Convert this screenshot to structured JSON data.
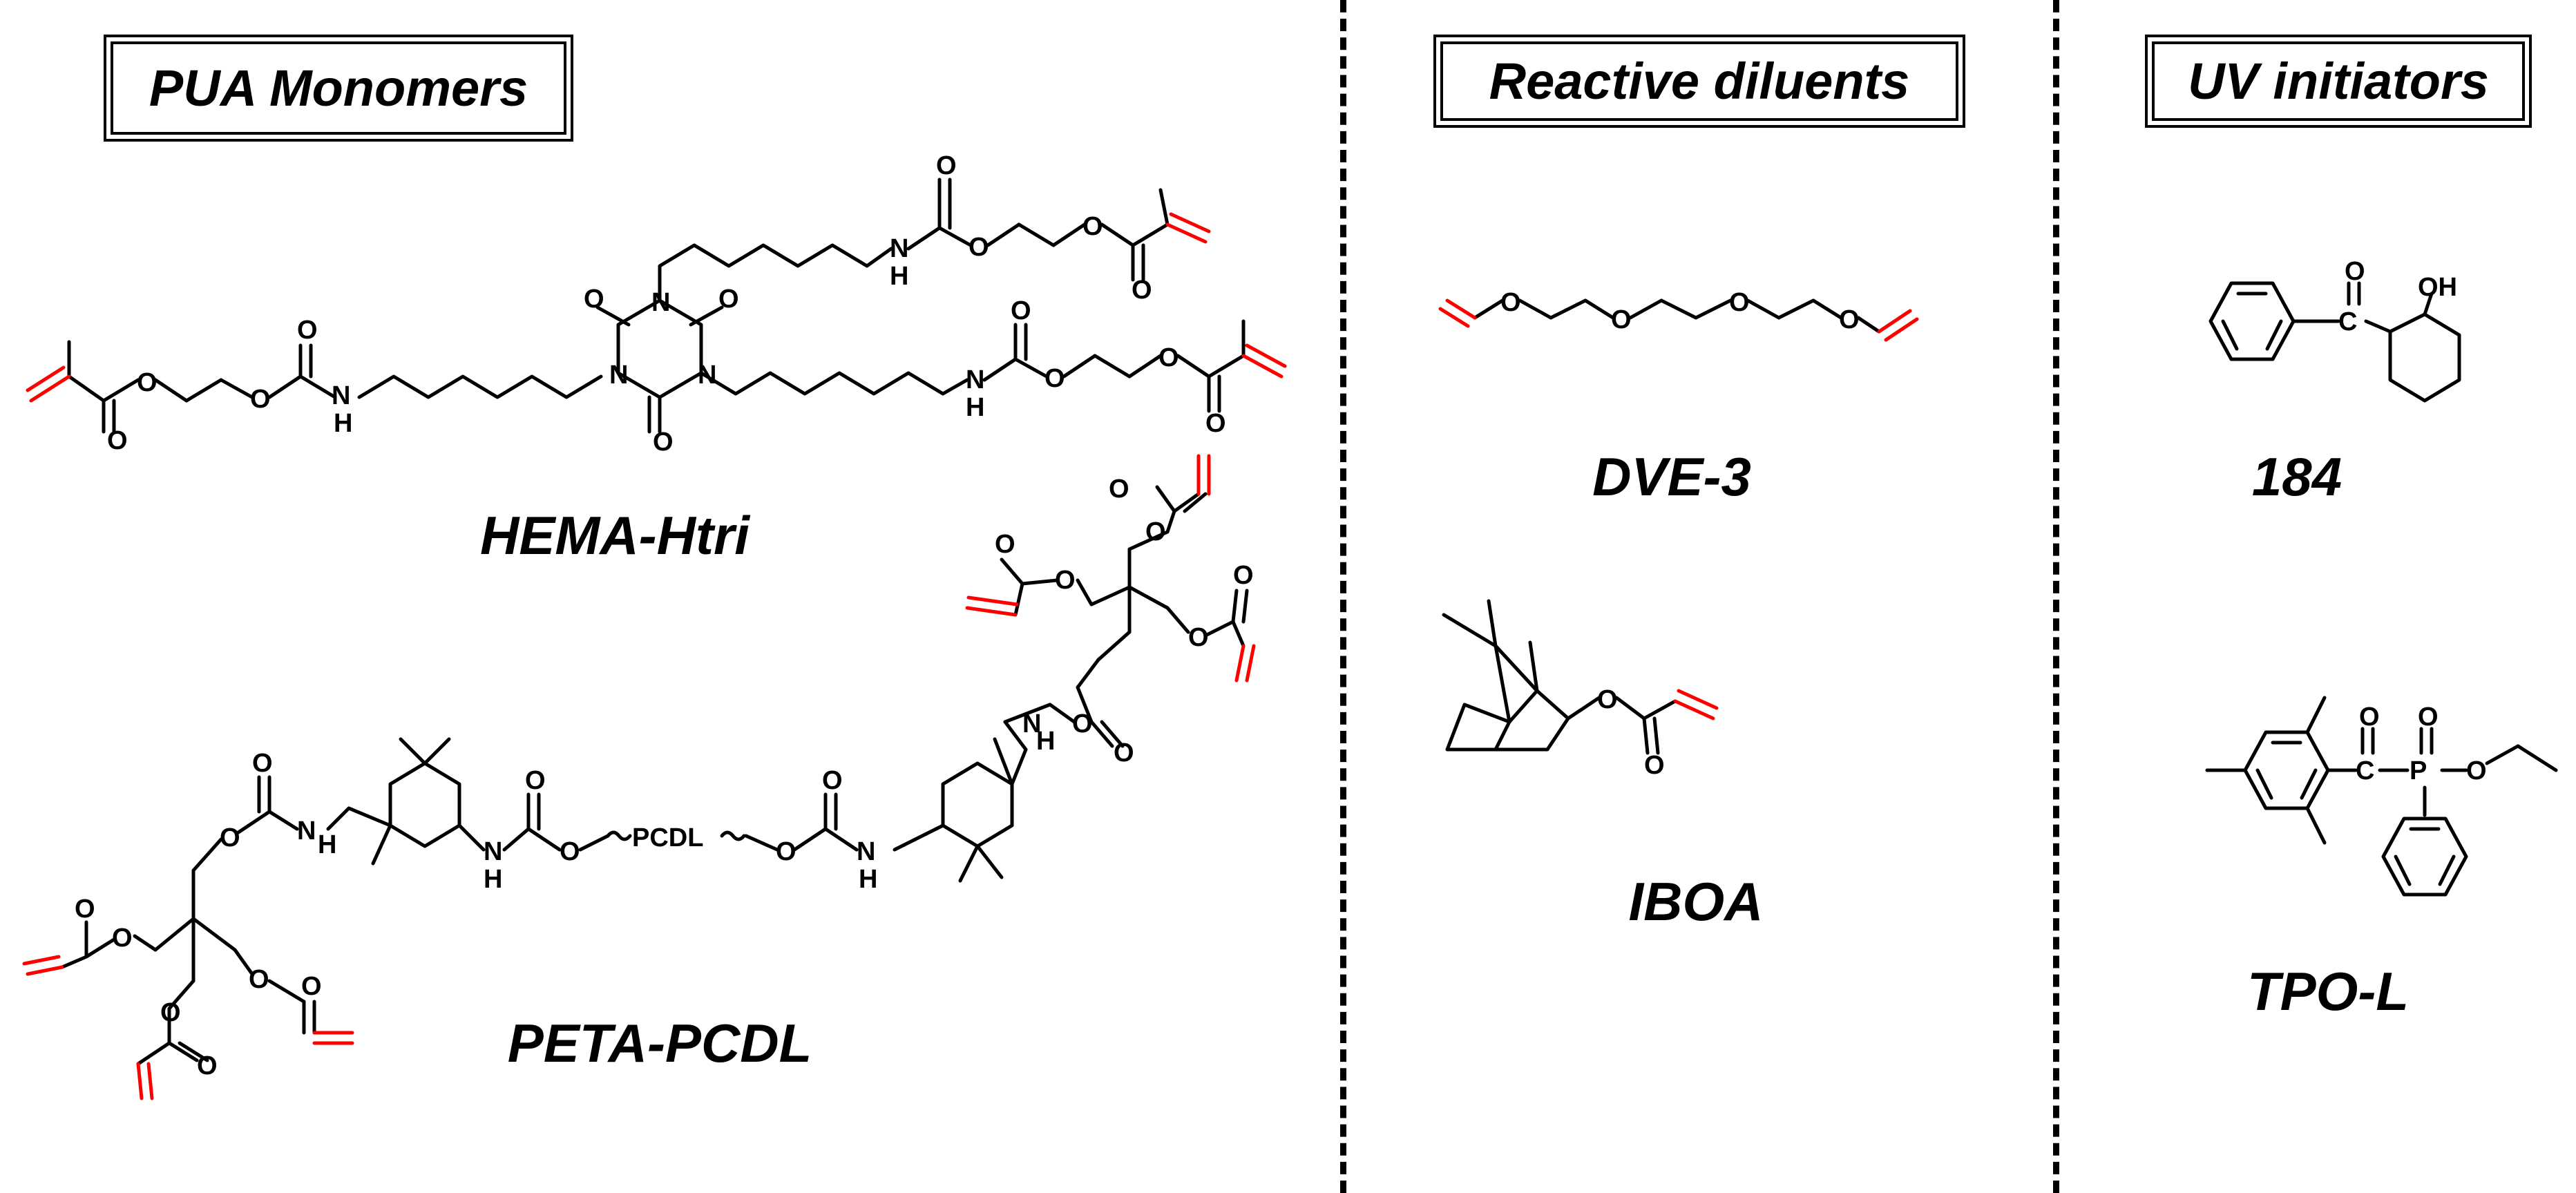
{
  "headers": {
    "pua": "PUA Monomers",
    "diluents": "Reactive diluents",
    "initiators": "UV initiators"
  },
  "molecules": {
    "hema_htri": "HEMA-Htri",
    "peta_pcdl": "PETA-PCDL",
    "dve3": "DVE-3",
    "iboa": "IBOA",
    "i184": "184",
    "tpol": "TPO-L"
  },
  "atoms": {
    "pcdl": "PCDL",
    "oh": "OH"
  },
  "colors": {
    "reactive_group": "#ff0000",
    "bond": "#000000"
  }
}
